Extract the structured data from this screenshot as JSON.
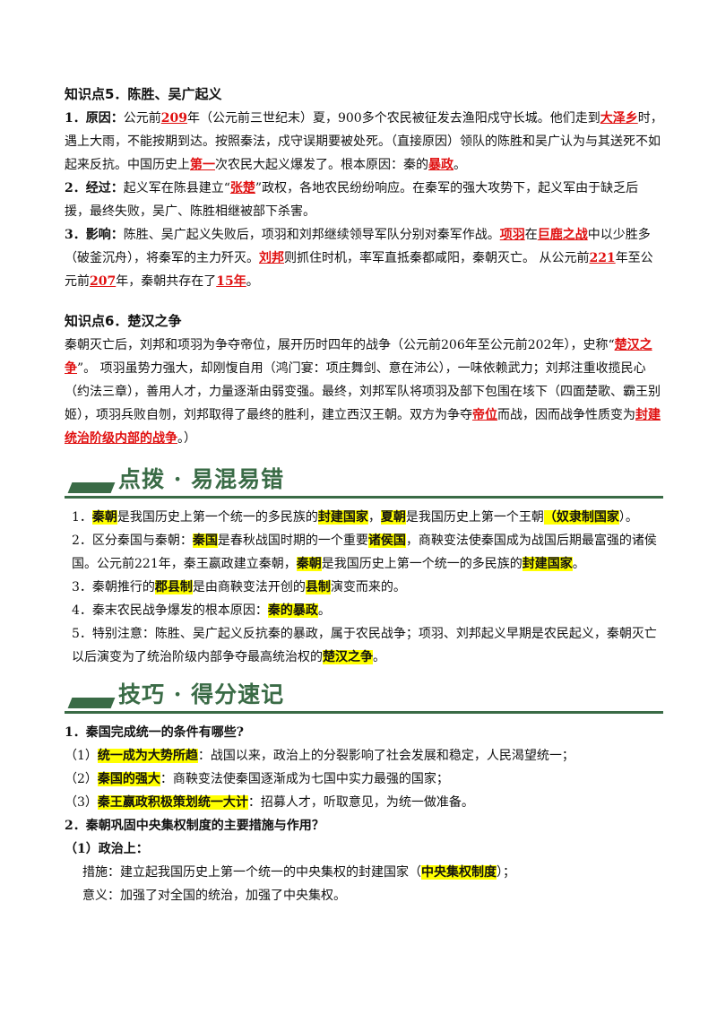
{
  "s5": {
    "title": "知识点5．陈胜、吴广起义",
    "p1": {
      "label": "1．原因：",
      "t1": "公元前",
      "r1": "209",
      "t2": "年（公元前三世纪末）夏，900多个农民被征发去渔阳戍守长城。他们走到",
      "r2": "大泽乡",
      "t3": "时，遇上大雨，不能按期到达。按照秦法，戍守误期要被处死。（直接原因）领队的陈胜和吴广认为与其送死不如起来反抗。中国历史上",
      "r3": "第一",
      "t4": "次农民大起义爆发了。根本原因：秦的",
      "r4": "暴政",
      "t5": "。"
    },
    "p2": {
      "label": "2．经过：",
      "t1": "起义军在陈县建立“",
      "r1": "张楚",
      "t2": "”政权，各地农民纷纷响应。在秦军的强大攻势下，起义军由于缺乏后援，最终失败，吴广、陈胜相继被部下杀害。"
    },
    "p3": {
      "label": "3．影响：",
      "t1": "陈胜、吴广起义失败后，项羽和刘邦继续领导军队分别对秦军作战。",
      "r1": "项羽",
      "t2": "在",
      "r2": "巨鹿之战",
      "t3": "中以少胜多（破釜沉舟），将秦军的主力歼灭。",
      "r3": "刘邦",
      "t4": "则抓住时机，率军直抵秦都咸阳，秦朝灭亡。  从公元前",
      "r4": "221",
      "t5": "年至公元前",
      "r5": "207",
      "t6": "年，秦朝共存在了",
      "r6": "15年",
      "t7": "。"
    }
  },
  "s6": {
    "title": "知识点6．楚汉之争",
    "p1": {
      "t1": "秦朝灭亡后，刘邦和项羽为争夺帝位，展开历时四年的战争（公元前206年至公元前202年），史称“",
      "r1": "楚汉之争",
      "t2": "”。  项羽虽势力强大，却刚愎自用（鸿门宴：项庄舞剑、意在沛公），一味依赖武力；刘邦注重收揽民心（约法三章），善用人才，力量逐渐由弱变强。最终，刘邦军队将项羽及部下包围在垓下（四面楚歌、霸王别姬），项羽兵败自刎，刘邦取得了最终的胜利，建立西汉王朝。双方为争夺",
      "r2": "帝位",
      "t3": "而战，因而战争性质变为",
      "r3": "封建统治阶级内部的战争",
      "t4": "。）"
    }
  },
  "banner1": {
    "text": "点拨 · 易混易错"
  },
  "tips": {
    "i1": {
      "n": "1．",
      "h1": "秦朝",
      "t1": "是我国历史上第一个统一的多民族的",
      "h2": "封建国家",
      "t2": "，",
      "h3": "夏朝",
      "t3": "是我国历史上第一个王朝",
      "h4": "（奴隶制国家",
      "t4": "）。"
    },
    "i2": {
      "n": "2．",
      "t0": "区分秦国与秦朝：",
      "h1": "秦国",
      "t1": "是春秋战国时期的一个重要",
      "h2": "诸侯国",
      "t2": "，商鞅变法使秦国成为战国后期最富强的诸侯国。公元前221年，秦王嬴政建立秦朝，",
      "h3": "秦朝",
      "t3": "是我国历史上第一个统一的多民族的",
      "h4": "封建国家",
      "t4": "。"
    },
    "i3": {
      "n": "3．",
      "t0": "秦朝推行的",
      "h1": "郡县制",
      "t1": "是由商鞅变法开创的",
      "h2": "县制",
      "t2": "演变而来的。"
    },
    "i4": {
      "n": "4．",
      "t0": "秦末农民战争爆发的根本原因：",
      "h1": "秦的暴政",
      "t1": "。"
    },
    "i5": {
      "n": "5．",
      "t0": "特别注意：陈胜、吴广起义反抗秦的暴政，属于农民战争；项羽、刘邦起义早期是农民起义，秦朝灭亡以后演变为了统治阶级内部争夺最高统治权的",
      "h1": "楚汉之争",
      "t1": "。"
    }
  },
  "banner2": {
    "text": "技巧 · 得分速记"
  },
  "skills": {
    "q1": "1．秦国完成统一的条件有哪些?",
    "a1": {
      "n": "（1）",
      "h": "统一成为大势所趋",
      "t": "：战国以来，政治上的分裂影响了社会发展和稳定，人民渴望统一；"
    },
    "a2": {
      "n": "（2）",
      "h": "秦国的强大",
      "t": "：商鞅变法使秦国逐渐成为七国中实力最强的国家；"
    },
    "a3": {
      "n": "（3）",
      "h": "秦王嬴政积极策划统一大计",
      "t": "：招募人才，听取意见，为统一做准备。"
    },
    "q2": "2．秦朝巩固中央集权制度的主要措施与作用？",
    "sub1": "（1）政治上：",
    "m1": {
      "t1": "措施：建立起我国历史上第一个统一的中央集权的封建国家（",
      "h": "中央集权制度",
      "t2": "）；"
    },
    "m2": "意义：加强了对全国的统治，加强了中央集权。"
  }
}
